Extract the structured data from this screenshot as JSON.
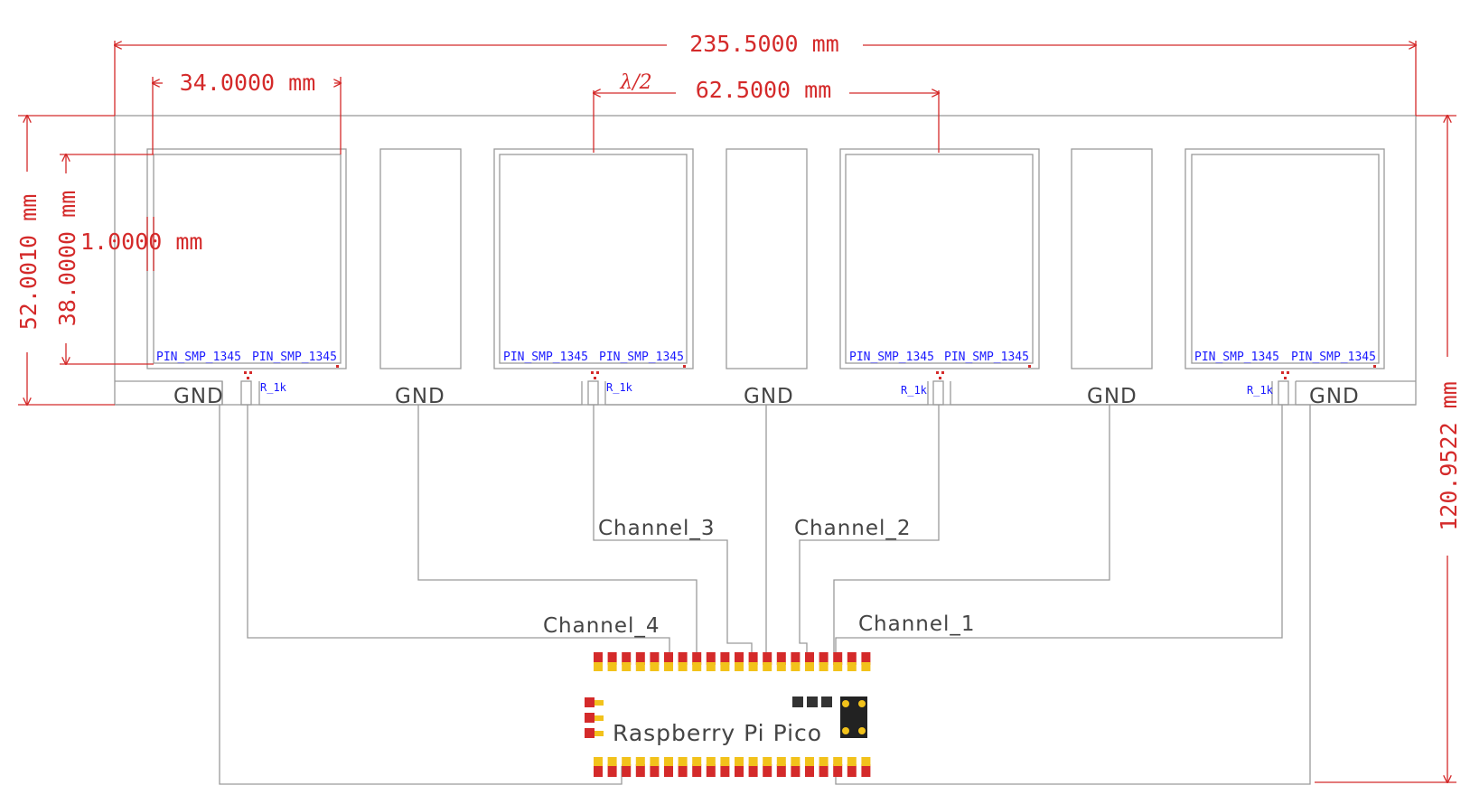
{
  "dimensions": {
    "overall_width": "235.5000 mm",
    "patch_width": "34.0000 mm",
    "spacing_symbol": "λ/2",
    "spacing": "62.5000 mm",
    "board_height": "52.0010 mm",
    "patch_height": "38.0000 mm",
    "gap": "1.0000 mm",
    "total_height": "120.9522 mm"
  },
  "labels": {
    "pin": "PIN_SMP_1345",
    "resistor": "R_1k",
    "gnd": "GND",
    "channel_1": "Channel_1",
    "channel_2": "Channel_2",
    "channel_3": "Channel_3",
    "channel_4": "Channel_4",
    "pico": "Raspberry Pi Pico"
  },
  "colors": {
    "dimension": "#d42a2a",
    "outline": "#9a9a9a",
    "pin_label": "#1a1aff",
    "pad_red": "#d42a2a",
    "pad_yellow": "#f2c21b"
  }
}
